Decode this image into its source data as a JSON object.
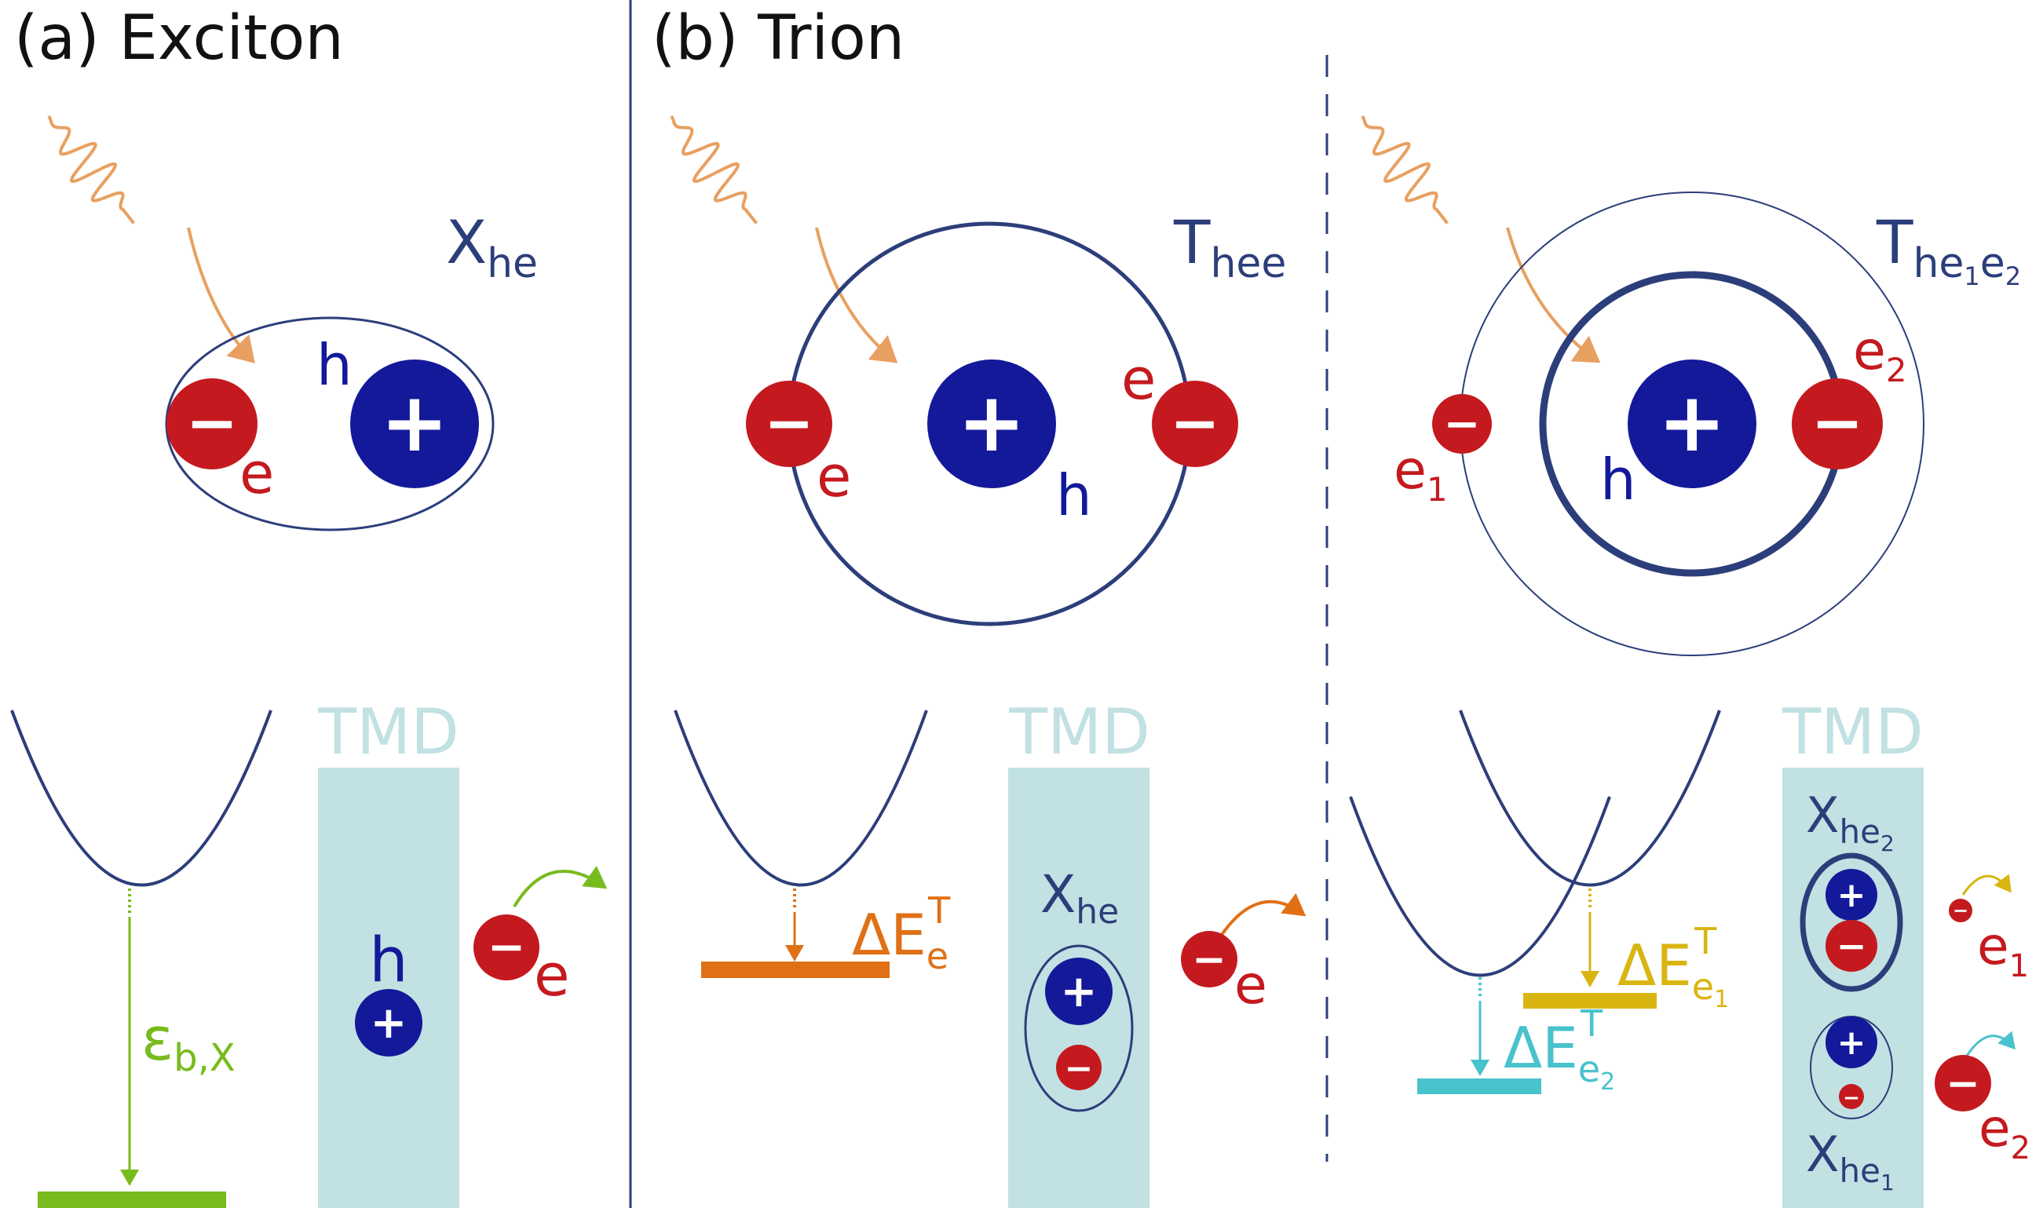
{
  "panels": {
    "a_title": "(a) Exciton",
    "b_title": "(b) Trion",
    "tmd_label": "TMD"
  },
  "exciton": {
    "state_label": "X",
    "state_sub": "he",
    "hole": "h",
    "electron": "e",
    "plus": "+",
    "minus": "−",
    "binding_label": "ε",
    "binding_sub": "b,X",
    "tmd_hole": "h",
    "free_electron": "e"
  },
  "trion_hee": {
    "state_label": "T",
    "state_sub": "hee",
    "left_electron": "e",
    "right_electron": "e",
    "hole": "h",
    "delta_label": "ΔE",
    "delta_sub": "e",
    "delta_sup": "T",
    "tmd_state": "X",
    "tmd_state_sub": "he",
    "free_electron": "e"
  },
  "trion_he1e2": {
    "state_label": "T",
    "state_sub_a": "he",
    "state_sub_b": "1",
    "state_sub_c": "e",
    "state_sub_d": "2",
    "e1": "e",
    "e1_sub": "1",
    "e2": "e",
    "e2_sub": "2",
    "hole": "h",
    "delta1_label": "ΔE",
    "delta1_sub": "e",
    "delta1_subsub": "1",
    "delta1_sup": "T",
    "delta2_label": "ΔE",
    "delta2_sub": "e",
    "delta2_subsub": "2",
    "delta2_sup": "T",
    "tmd_top": "X",
    "tmd_top_sub": "he",
    "tmd_top_subsub": "2",
    "tmd_bottom": "X",
    "tmd_bottom_sub": "he",
    "tmd_bottom_subsub": "1",
    "free_e1": "e",
    "free_e1_sub": "1",
    "free_e2": "e",
    "free_e2_sub": "2"
  },
  "colors": {
    "navy": "#2c3e7a",
    "hole_fill": "#14199a",
    "electron_fill": "#c41a1f",
    "electron_text": "#c41a1f",
    "photon": "#e8a060",
    "green": "#78bb1e",
    "orange": "#e07015",
    "yellow": "#d9b512",
    "cyan": "#48c2cc",
    "tmd_bg": "#c1e1e3",
    "tmd_text": "#c1e1e3"
  }
}
